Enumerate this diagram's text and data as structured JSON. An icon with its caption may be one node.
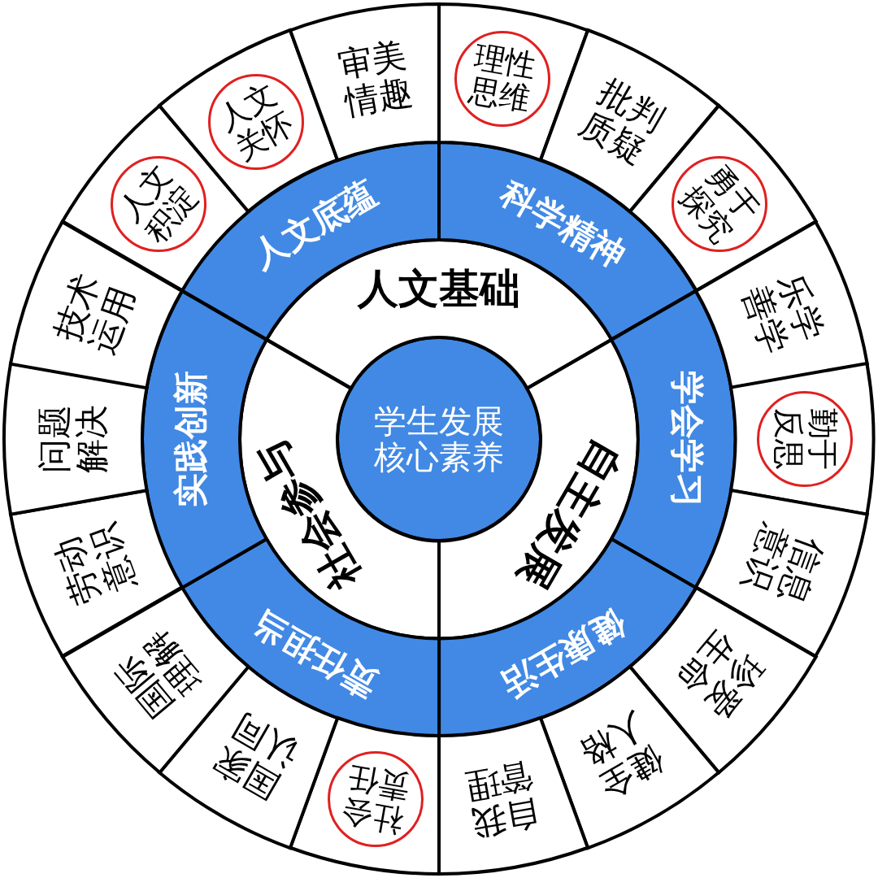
{
  "diagram": {
    "nodes": [
      {
        "text": [
          "学生发展核心素养"
        ]
      },
      {
        "text": [
          "人文基础"
        ]
      },
      {
        "text": [
          "自主发展"
        ]
      },
      {
        "text": [
          "社会参与"
        ]
      },
      {
        "text": [
          "人文底蕴"
        ]
      },
      {
        "text": [
          "科学精神"
        ]
      },
      {
        "text": [
          "学会学习"
        ]
      },
      {
        "text": [
          "健康生活"
        ]
      },
      {
        "text": [
          "责任担当"
        ]
      },
      {
        "text": [
          "实践创新"
        ]
      },
      {
        "text": [],
        "shape": "sector"
      },
      {
        "text": [
          "人文积淀"
        ],
        "in": 10
      },
      {
        "text": [],
        "shape": "sector"
      },
      {
        "text": [
          "人文关怀"
        ],
        "in": 12
      },
      {
        "text": [
          "审美情趣"
        ]
      },
      {
        "text": [],
        "shape": "sector"
      },
      {
        "text": [
          "理性思维"
        ],
        "in": 15
      },
      {
        "text": [
          "批判质疑"
        ]
      },
      {
        "text": [],
        "shape": "sector"
      },
      {
        "text": [
          "勇于探究"
        ],
        "in": 18
      },
      {
        "text": [
          "乐学善学"
        ]
      },
      {
        "text": [],
        "shape": "sector"
      },
      {
        "text": [
          "勤于反思"
        ],
        "in": 21
      },
      {
        "text": [
          "信息意识"
        ]
      },
      {
        "text": [
          "珍爱生命"
        ]
      },
      {
        "text": [
          "健全人格"
        ]
      },
      {
        "text": [
          "自我管理"
        ]
      },
      {
        "text": [],
        "shape": "sector"
      },
      {
        "text": [
          "社会责任"
        ],
        "in": 27
      },
      {
        "text": [
          "国家认同"
        ]
      },
      {
        "text": [
          "国际理解"
        ]
      },
      {
        "text": [
          "劳动意识"
        ]
      },
      {
        "text": [
          "问题解决"
        ]
      },
      {
        "text": [
          "技术运用"
        ]
      }
    ]
  }
}
